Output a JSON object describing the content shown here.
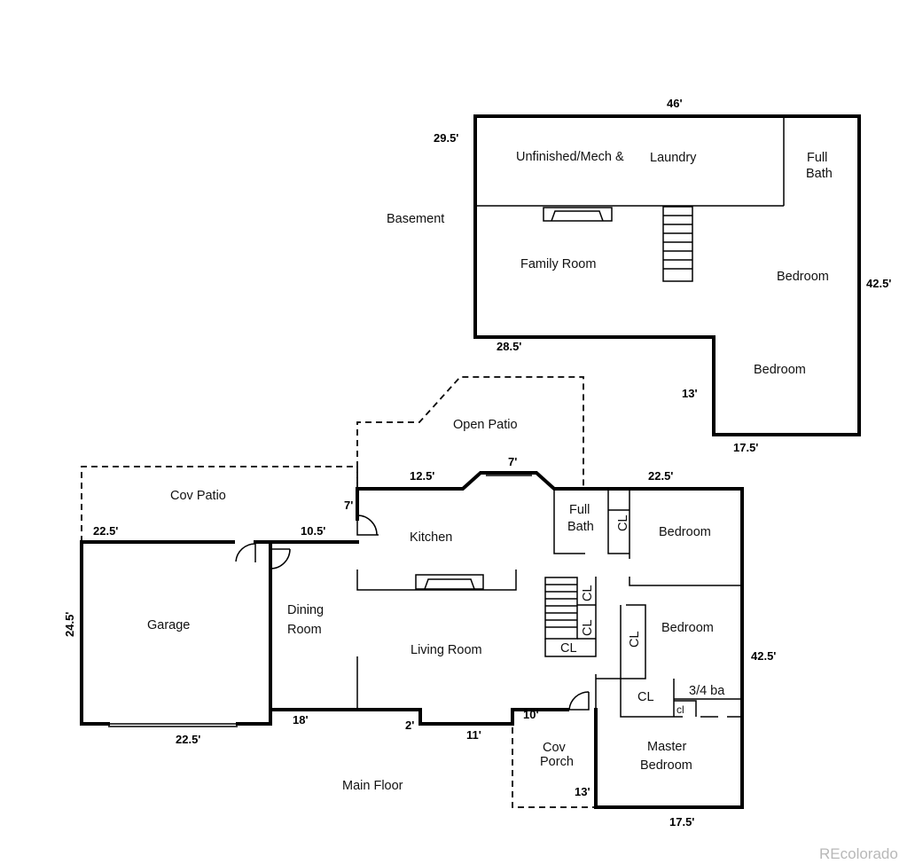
{
  "basement": {
    "label": "Basement",
    "rooms": {
      "unfinished": "Unfinished/Mech &",
      "laundry": "Laundry",
      "full_bath_line1": "Full",
      "full_bath_line2": "Bath",
      "family_room": "Family Room",
      "bedroom_1": "Bedroom",
      "bedroom_2": "Bedroom"
    },
    "dimensions": {
      "top": "46'",
      "left": "29.5'",
      "right": "42.5'",
      "step": "28.5'",
      "inner": "13'",
      "bottom": "17.5'"
    }
  },
  "main_floor": {
    "label": "Main Floor",
    "rooms": {
      "open_patio": "Open Patio",
      "cov_patio": "Cov Patio",
      "kitchen": "Kitchen",
      "full_bath_line1": "Full",
      "full_bath_line2": "Bath",
      "bedroom_1": "Bedroom",
      "bedroom_2": "Bedroom",
      "garage": "Garage",
      "dining_line1": "Dining",
      "dining_line2": "Room",
      "living_room": "Living Room",
      "master_line1": "Master",
      "master_line2": "Bedroom",
      "three_quarter_bath": "3/4 ba",
      "cov_porch_line1": "Cov",
      "cov_porch_line2": "Porch",
      "closet_bath": "CL",
      "closet_stairs_1": "CL",
      "closet_stairs_2": "CL",
      "closet_stairs_3": "CL",
      "closet_bed2": "CL",
      "closet_master": "CL",
      "closet_small": "cl"
    },
    "dimensions": {
      "bay_left": "12.5'",
      "bay": "7'",
      "kitchen_side": "7'",
      "top_right": "22.5'",
      "garage_top": "22.5'",
      "garage_side": "24.5'",
      "garage_bottom": "22.5'",
      "dining_top": "10.5'",
      "dining_bottom": "18'",
      "jog": "2'",
      "living_bottom": "11'",
      "porch_top": "10'",
      "porch_side": "13'",
      "right": "42.5'",
      "bottom": "17.5'"
    }
  },
  "watermark": "REcolorado"
}
